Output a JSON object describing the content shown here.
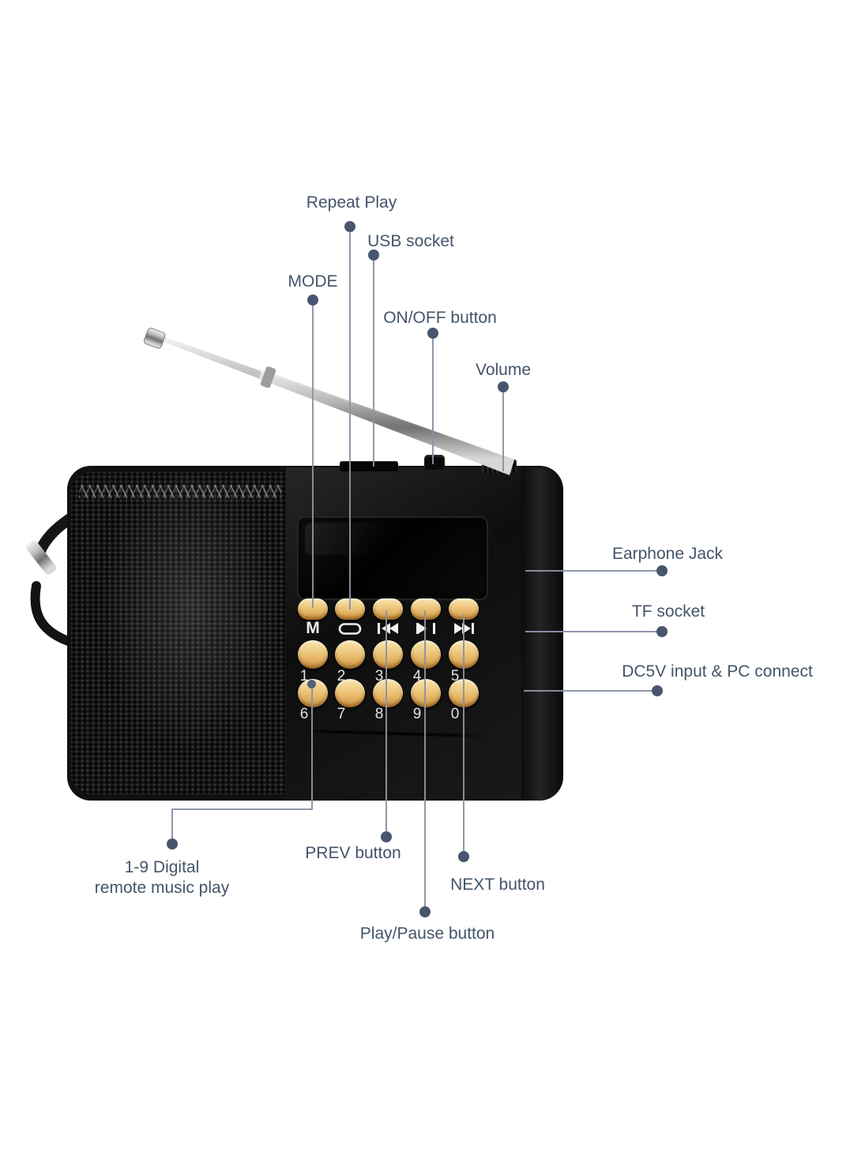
{
  "title": "Portable radio annotated parts diagram",
  "colors": {
    "background": "#FFFFFF",
    "label_text": "#44546A",
    "leader_line": "#8A94A6",
    "leader_dot": "#47566E",
    "device_body": "#101010",
    "key_gold": "#EDC87E",
    "key_glyph": "#EFEFEF",
    "antenna_silver": "#C8C8C8"
  },
  "annotations": {
    "repeat_play": "Repeat Play",
    "usb_socket": "USB socket",
    "mode": "MODE",
    "on_off": "ON/OFF button",
    "volume": "Volume",
    "earphone_jack": "Earphone Jack",
    "tf_socket": "TF socket",
    "dc5v": "DC5V input & PC connect",
    "digital_line1": "1-9 Digital",
    "digital_line2": "remote music play",
    "prev": "PREV button",
    "next": "NEXT button",
    "play_pause": "Play/Pause button"
  },
  "device": {
    "keypad": {
      "mode_key": "M",
      "row1_icons": [
        "m-key",
        "repeat-icon",
        "previous-icon",
        "play-pause-icon",
        "next-icon"
      ],
      "row2_numbers": [
        "1",
        "2",
        "3",
        "4",
        "5"
      ],
      "row3_numbers": [
        "6",
        "7",
        "8",
        "9",
        "0"
      ]
    },
    "ports": [
      "earphone-jack",
      "tf-card-slot",
      "micro-usb-port"
    ],
    "top_controls": [
      "usb-socket-slot",
      "power-button",
      "volume-knob"
    ]
  }
}
